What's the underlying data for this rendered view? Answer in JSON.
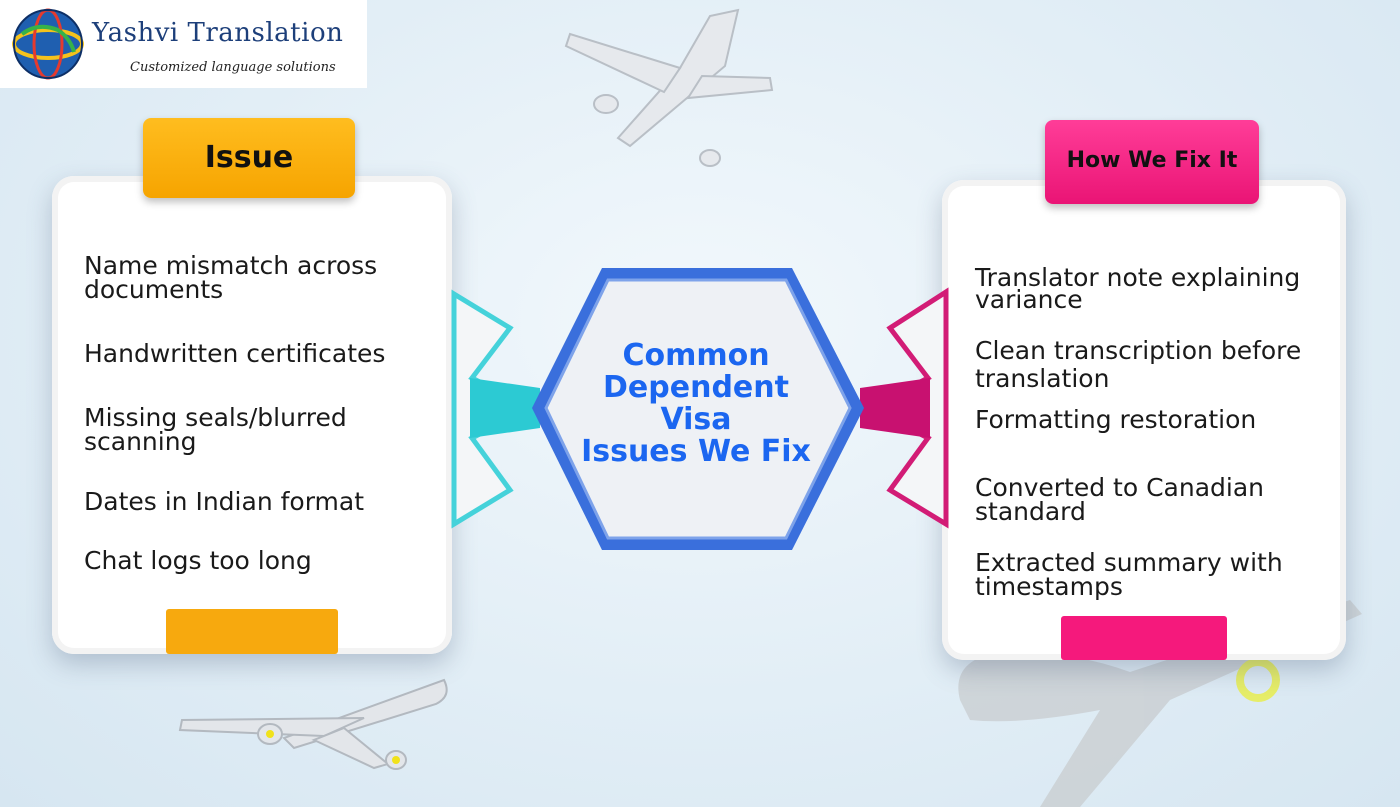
{
  "logo": {
    "name": "Yashvi Translation",
    "tagline": "Customized language solutions"
  },
  "center": {
    "title_lines": [
      "Common",
      "Dependent",
      "Visa",
      "Issues We Fix"
    ]
  },
  "issue_panel": {
    "header": "Issue",
    "items": [
      [
        "Name mismatch across",
        "documents"
      ],
      [
        "Handwritten certificates"
      ],
      [
        "Missing seals/blurred",
        "scanning"
      ],
      [
        "Dates in Indian format"
      ],
      [
        "Chat logs too long"
      ]
    ]
  },
  "fix_panel": {
    "header": "How We Fix It",
    "items": [
      [
        "Translator note explaining",
        "variance"
      ],
      [
        "Clean transcription before",
        "translation"
      ],
      [
        "Formatting restoration"
      ],
      [
        "Converted to Canadian",
        "standard"
      ],
      [
        "Extracted summary with",
        "timestamps"
      ]
    ]
  },
  "colors": {
    "issue_accent": "#f6a400",
    "fix_accent": "#ea1475",
    "center_blue": "#1b66f0",
    "connector_left": "#3fd0d8",
    "connector_right": "#d81e7a"
  }
}
